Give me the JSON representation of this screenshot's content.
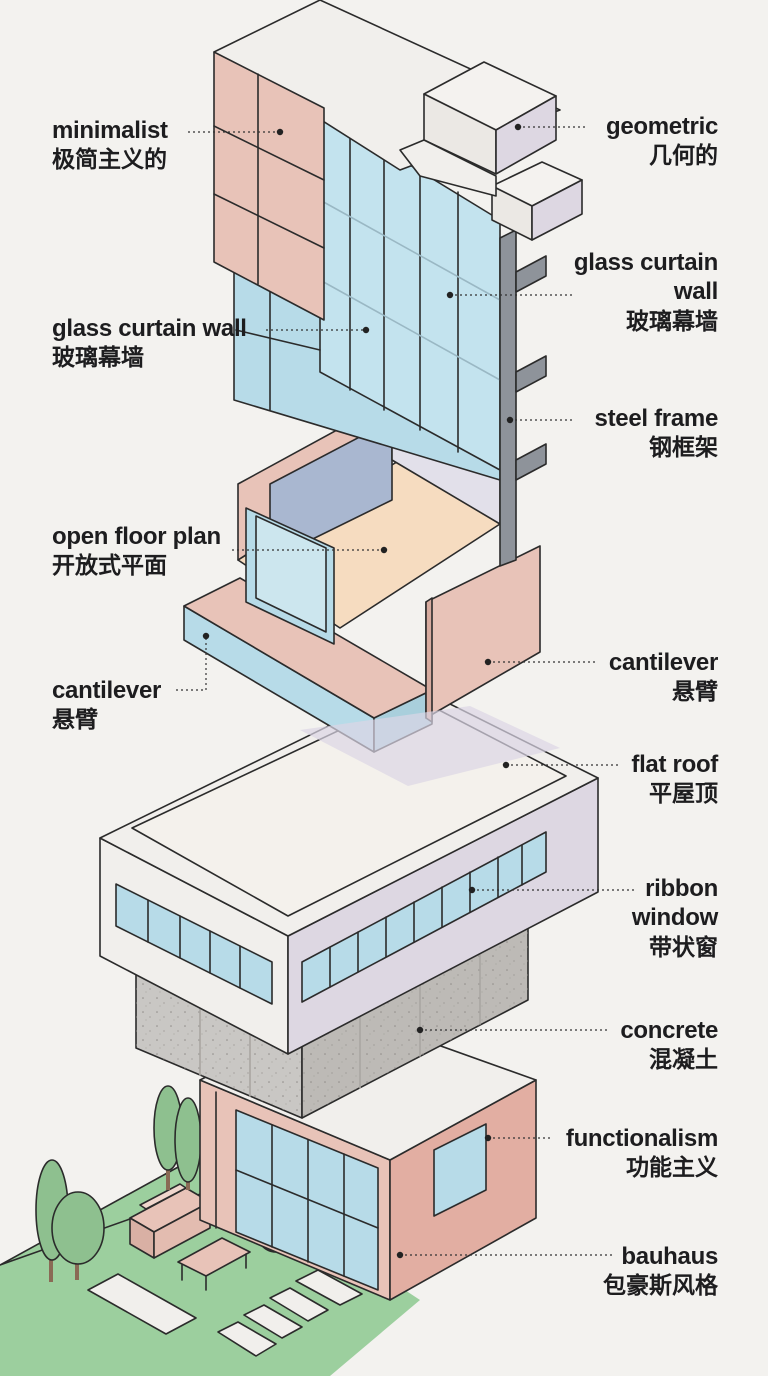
{
  "labels": {
    "minimalist": {
      "en": "minimalist",
      "zh": "极简主义的"
    },
    "geometric": {
      "en": "geometric",
      "zh": "几何的"
    },
    "glass_curtain_wall_right": {
      "en": "glass curtain wall",
      "zh": "玻璃幕墙"
    },
    "glass_curtain_wall_left": {
      "en": "glass curtain wall",
      "zh": "玻璃幕墙"
    },
    "steel_frame": {
      "en": "steel frame",
      "zh": "钢框架"
    },
    "open_floor_plan": {
      "en": "open floor plan",
      "zh": "开放式平面"
    },
    "cantilever_right": {
      "en": "cantilever",
      "zh": "悬臂"
    },
    "cantilever_left": {
      "en": "cantilever",
      "zh": "悬臂"
    },
    "flat_roof": {
      "en": "flat roof",
      "zh": "平屋顶"
    },
    "ribbon_window": {
      "en": "ribbon window",
      "zh": "带状窗"
    },
    "concrete": {
      "en": "concrete",
      "zh": "混凝土"
    },
    "functionalism": {
      "en": "functionalism",
      "zh": "功能主义"
    },
    "bauhaus": {
      "en": "bauhaus",
      "zh": "包豪斯风格"
    }
  },
  "colors": {
    "background": "#f3f2ef",
    "pink": "#e8c3b8",
    "glass": "#b7dbe8",
    "white_volume": "#f1efec",
    "lilac": "#ddd7e2",
    "floor": "#f6dcc0",
    "concrete": "#c9c7c4",
    "steel": "#8e939a",
    "grass": "#9ccf9e",
    "tree": "#8ec08f",
    "outline": "#2b2b2b"
  }
}
